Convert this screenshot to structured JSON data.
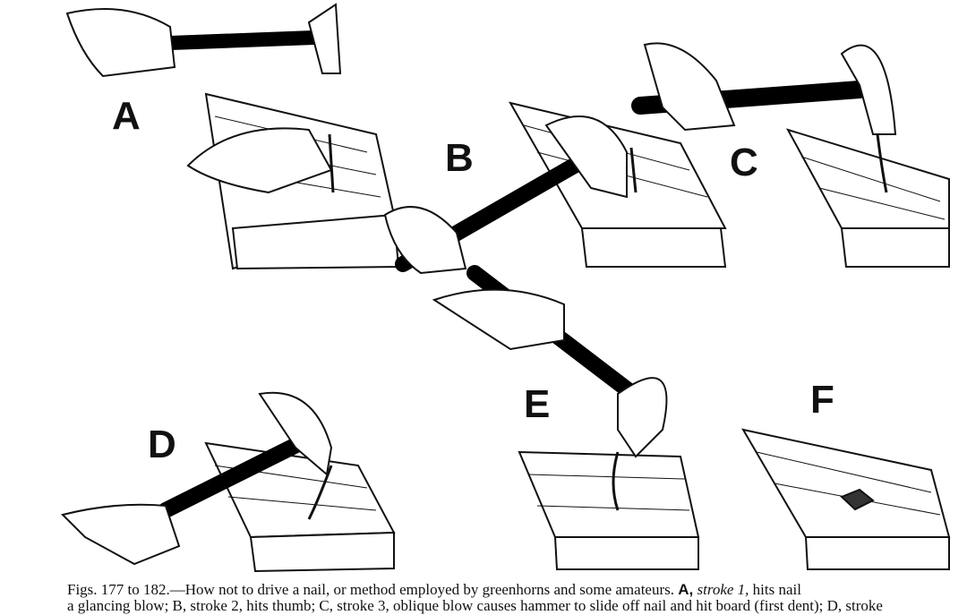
{
  "figure_labels": [
    "A",
    "B",
    "C",
    "D",
    "E",
    "F"
  ],
  "caption": {
    "line1_prefix": "Figs. 177 to 182.—How not to drive a nail, or method employed by greenhorns and some amateurs.",
    "line1_a": "A,",
    "line1_stroke": "stroke 1,",
    "line1_suffix": "hits nail",
    "line2": "a glancing blow; B, stroke 2, hits thumb; C, stroke 3, oblique blow causes hammer to slide off nail and hit board (first dent); D, stroke"
  }
}
